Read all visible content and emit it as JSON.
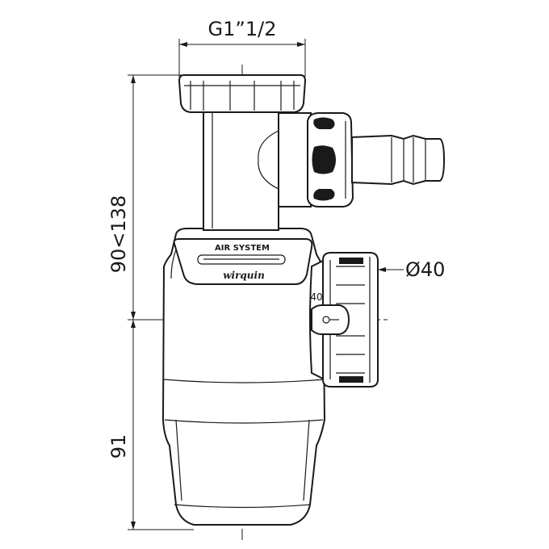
{
  "dimensions": {
    "top_thread": "G1”1/2",
    "outlet_diameter": "Ø40",
    "height_range": "90<138",
    "lower_height": "91"
  },
  "labels": {
    "outlet_size_marking": "40",
    "logo_top": "AIR SYSTEM",
    "logo_bottom": "wirquin"
  }
}
